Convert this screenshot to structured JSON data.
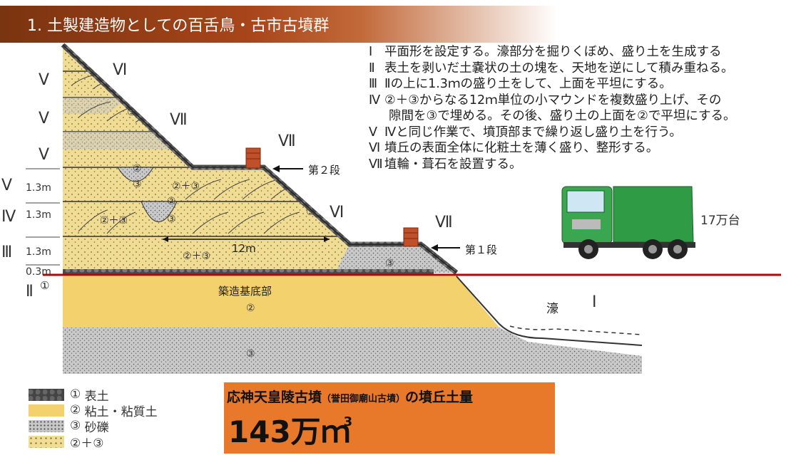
{
  "title": "1. 土製建造物としての百舌鳥・古市古墳群",
  "steps": [
    {
      "mark": "Ⅰ",
      "text": "平面形を設定する。濠部分を掘りくぼめ、盛り土を生成する"
    },
    {
      "mark": "Ⅱ",
      "text": "表土を剥いだ土嚢状の土の塊を、天地を逆にして積み重ねる。"
    },
    {
      "mark": "Ⅲ",
      "text": "Ⅱの上に1.3ｍの盛り土をして、上面を平坦にする。"
    },
    {
      "mark": "Ⅳ",
      "text": "②＋③からなる12ｍ単位の小マウンドを複数盛り上げ、その"
    },
    {
      "mark": "",
      "text": "隙間を③で埋める。その後、盛り土の上面を②で平坦にする。"
    },
    {
      "mark": "Ⅴ",
      "text": "Ⅳと同じ作業で、墳頂部まで繰り返し盛り土を行う。"
    },
    {
      "mark": "Ⅵ",
      "text": "墳丘の表面全体に化粧土を薄く盛り、整形する。"
    },
    {
      "mark": "Ⅶ",
      "text": "埴輪・葺石を設置する。"
    }
  ],
  "diagram_labels": {
    "v1": "Ⅴ",
    "v2": "Ⅴ",
    "v3": "Ⅴ",
    "v4": "Ⅴ",
    "iv": "Ⅳ",
    "iii": "Ⅲ",
    "ii": "Ⅱ",
    "h_v4": "1.3m",
    "h_iv": "1.3m",
    "h_iii": "1.3m",
    "h_ii": "0.3m",
    "vi_top": "Ⅵ",
    "vii_slope": "Ⅶ",
    "vi_mid": "Ⅵ",
    "vii_terrace2": "Ⅶ",
    "vii_terrace1": "Ⅶ",
    "terrace2": "第２段",
    "terrace1": "第１段",
    "span_12m": "12m",
    "base": "築造基底部",
    "moat": "濠",
    "moat_roman": "Ⅰ",
    "circled1": "①",
    "circled2": "②",
    "circled3": "③",
    "mix": "②＋③"
  },
  "truck_label": "17万台",
  "legend": [
    {
      "num": "①",
      "text": "表土"
    },
    {
      "num": "②",
      "text": "粘土・粘質土"
    },
    {
      "num": "③",
      "text": "砂礫"
    },
    {
      "num": "",
      "text": "②＋③"
    }
  ],
  "volume": {
    "title_main": "応神天皇陵古墳",
    "title_sub": "（誉田御廟山古墳）",
    "title_tail": "の墳丘土量",
    "value": "143万ｍ",
    "unit_sup": "3"
  },
  "colors": {
    "title_bar": "#a8451a",
    "fill_mix": "#f0dc93",
    "fill_clay": "#f3d16c",
    "fill_gravel": "#c7c7c7",
    "base_line": "#c00000",
    "volume_box": "#e8792b",
    "truck": "#2f9b45"
  }
}
